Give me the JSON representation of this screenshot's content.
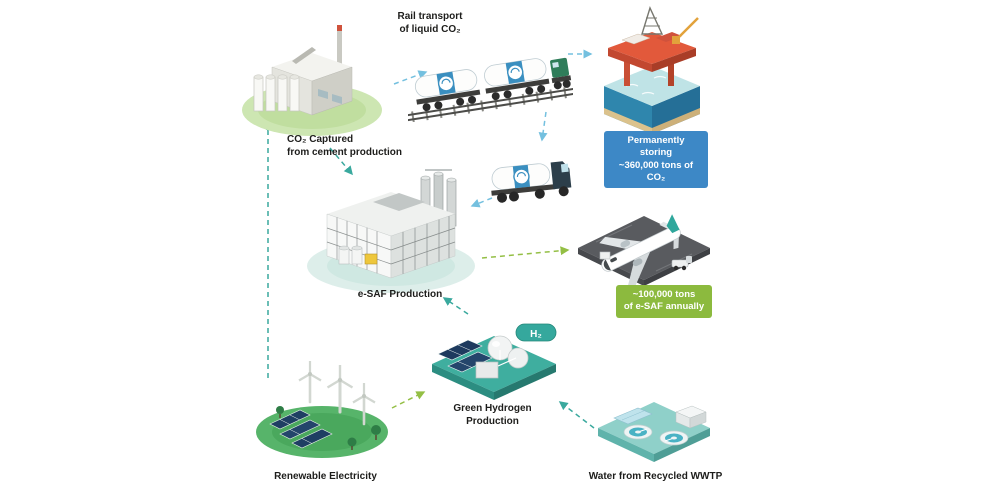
{
  "palette": {
    "badge_blue": "#3d88c6",
    "badge_green": "#8cba3e",
    "line_blue": "#74c0df",
    "line_teal": "#3aa99e",
    "line_green": "#94bf45",
    "text_dark": "#1d1d1b"
  },
  "nodes": {
    "cement": {
      "label": [
        "CO₂ Captured",
        "from cement production"
      ]
    },
    "rail": {
      "label": [
        "Rail transport",
        "of liquid CO₂"
      ]
    },
    "storage": {
      "badge": [
        "Permanently storing",
        "~360,000 tons of CO₂"
      ]
    },
    "esaf": {
      "label": "e-SAF Production"
    },
    "aircraft": {
      "badge": [
        "~100,000 tons",
        "of e-SAF annually"
      ]
    },
    "hydrogen": {
      "label": [
        "Green Hydrogen",
        "Production"
      ],
      "tank_label": "H₂"
    },
    "renewable": {
      "label": "Renewable Electricity"
    },
    "water": {
      "label": "Water from Recycled WWTP"
    }
  }
}
